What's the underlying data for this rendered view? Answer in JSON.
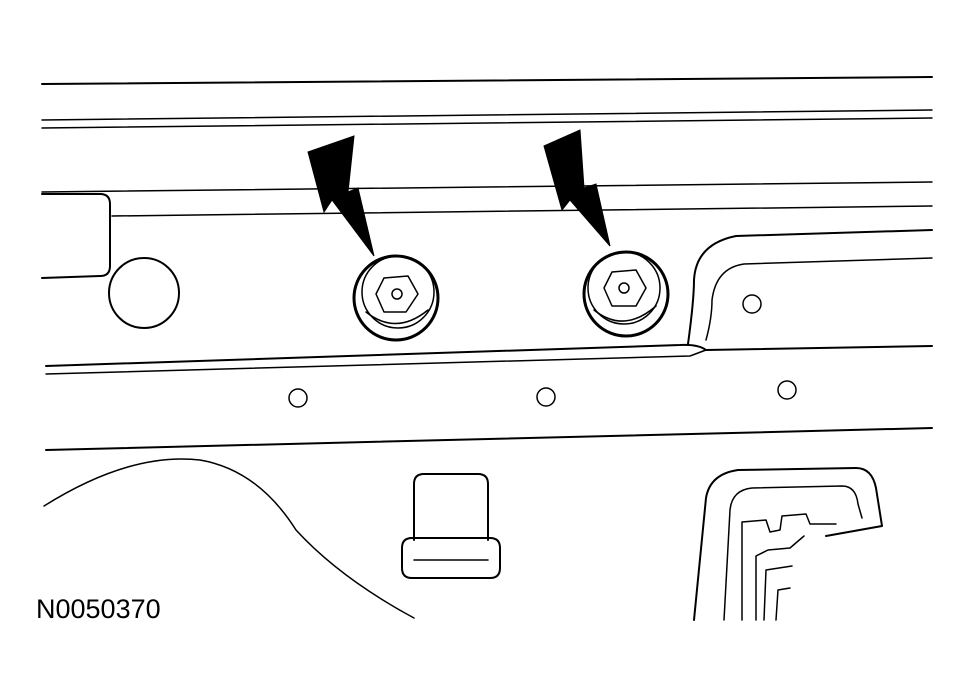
{
  "figure": {
    "id_label": "N0050370",
    "line_color": "#000000",
    "background": "#ffffff",
    "callouts": [
      {
        "name": "bolt-left",
        "kind": "arrow-pointing-to-bolt"
      },
      {
        "name": "bolt-right",
        "kind": "arrow-pointing-to-bolt"
      }
    ]
  }
}
